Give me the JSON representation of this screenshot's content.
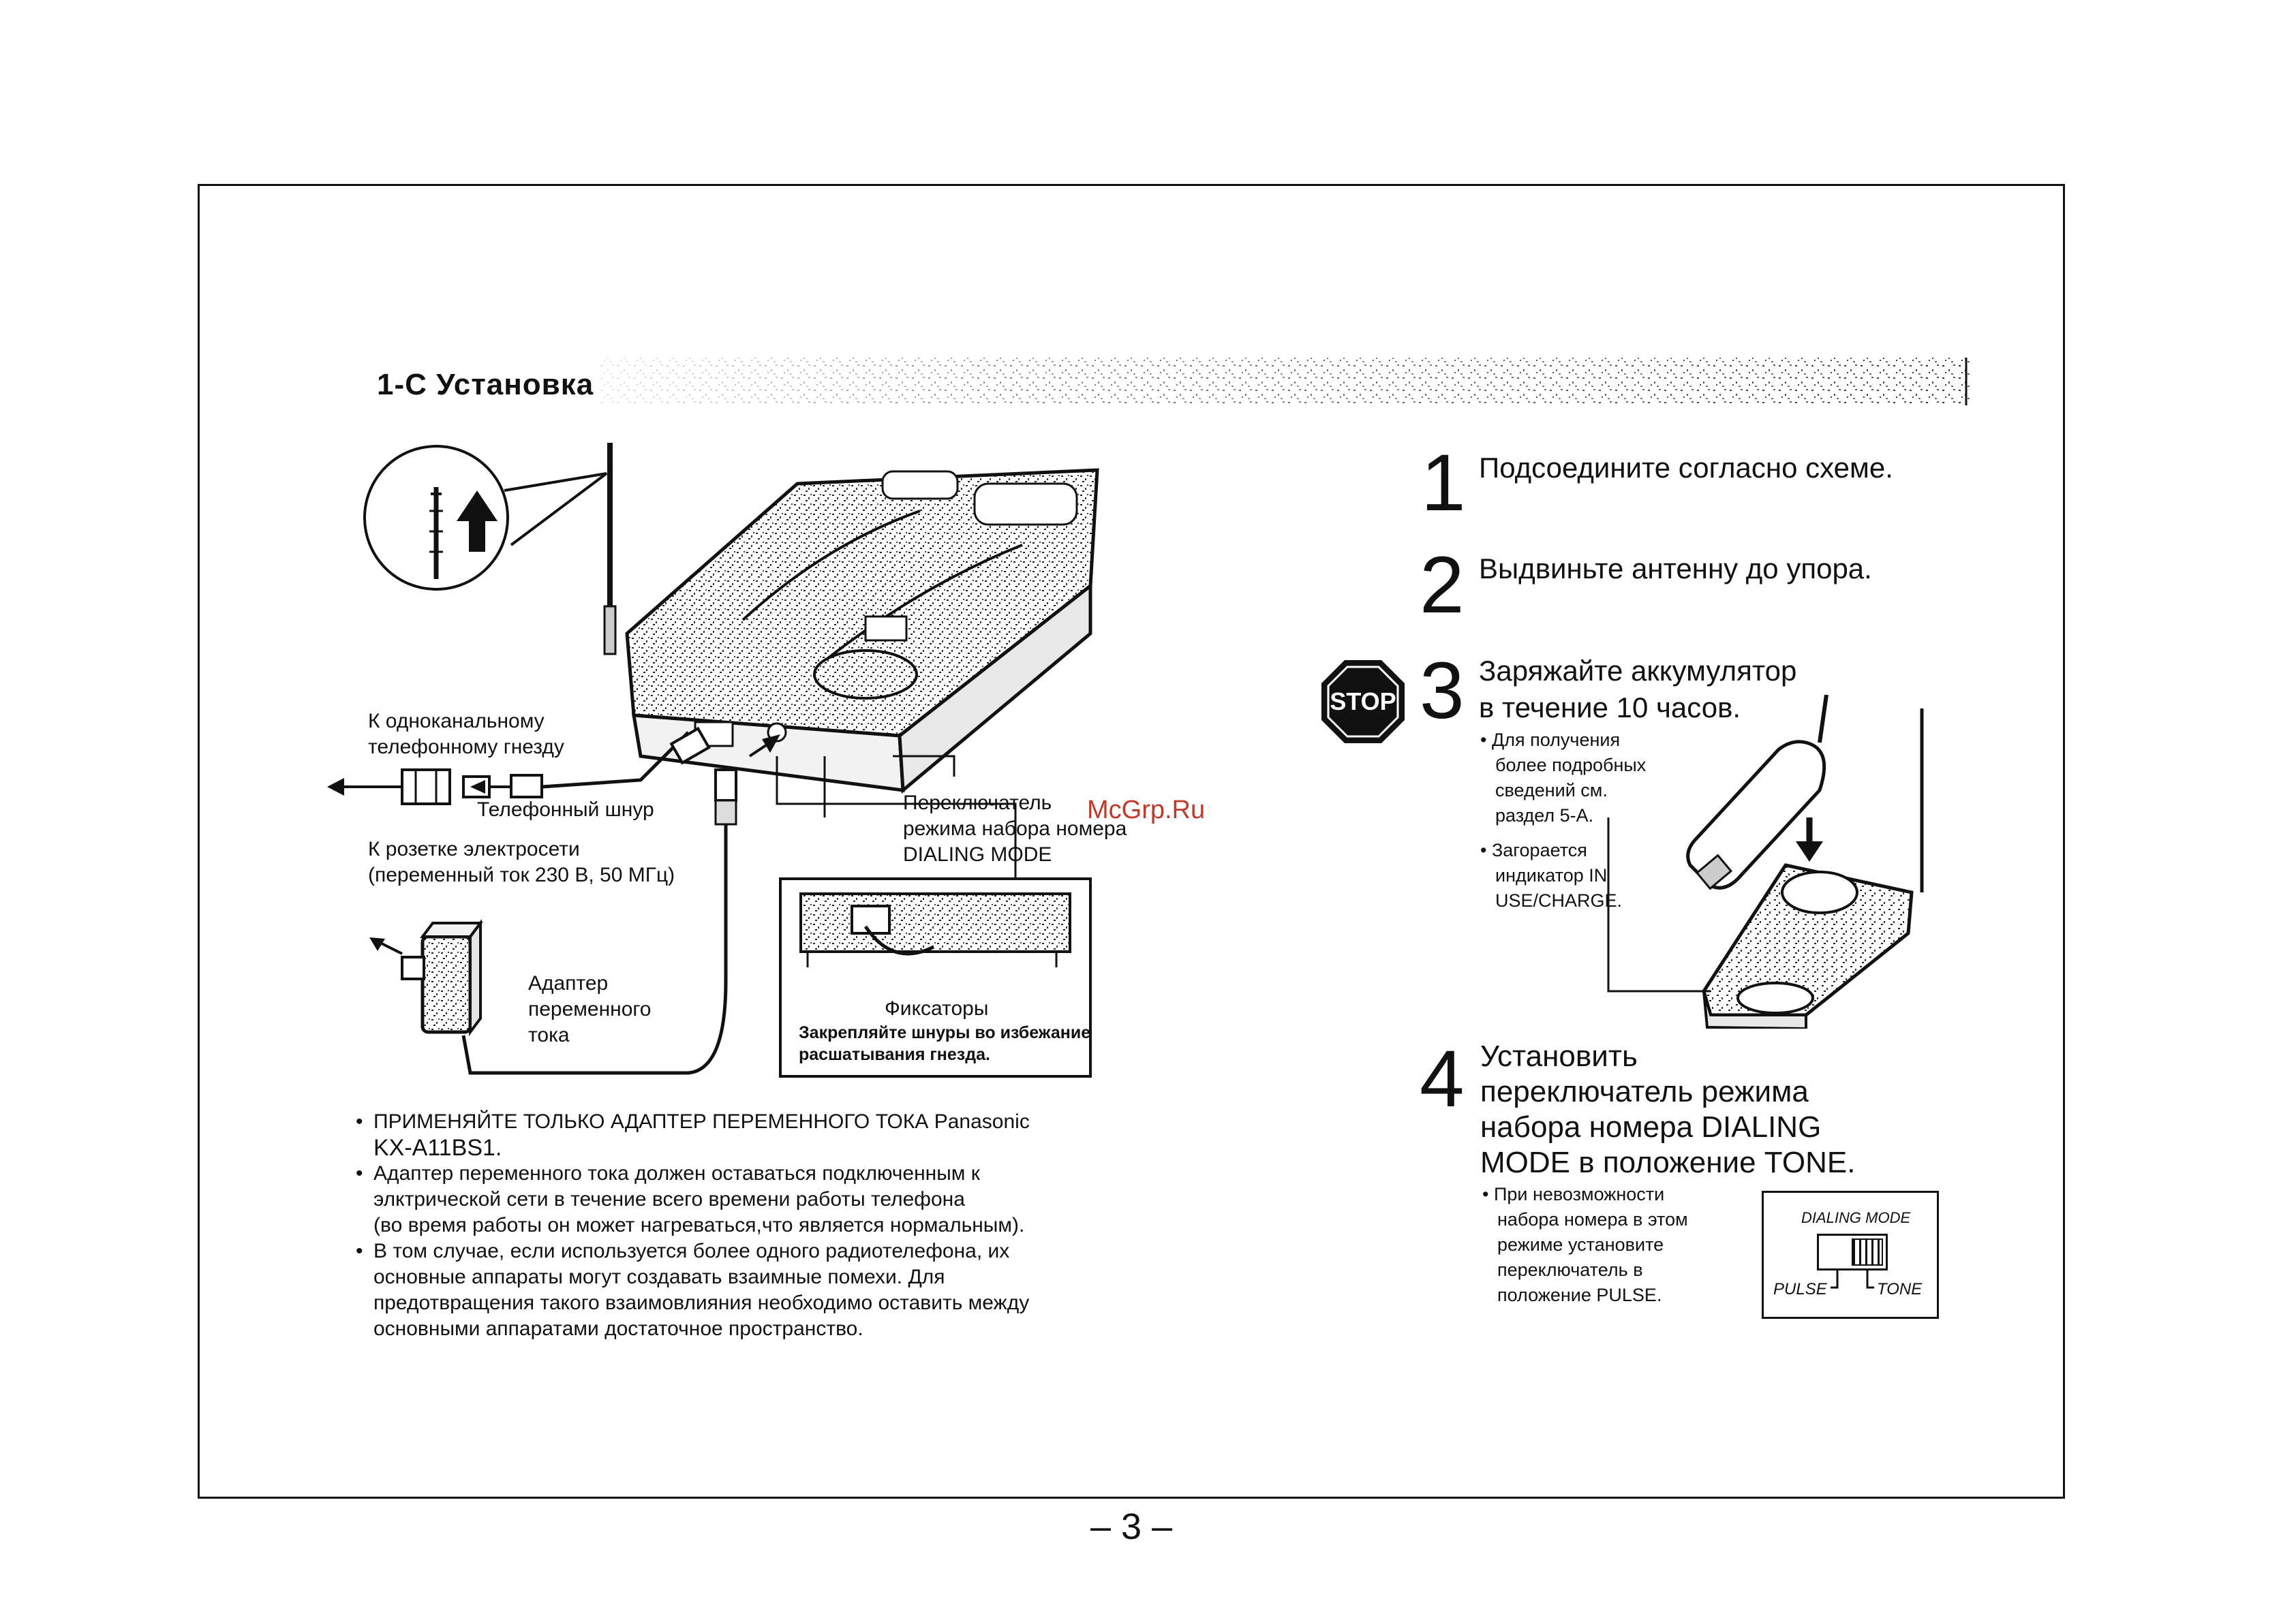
{
  "section": {
    "title": "1-С  Установка"
  },
  "steps": [
    {
      "num": "1",
      "lines": [
        "Подсоедините согласно схеме."
      ]
    },
    {
      "num": "2",
      "lines": [
        "Выдвиньте антенну до упора."
      ]
    },
    {
      "num": "3",
      "lines": [
        "Заряжайте аккумулятор",
        "в течение 10 часов."
      ],
      "bullets": [
        [
          "• Для получения",
          "  более подробных",
          "  сведений см.",
          "  раздел 5-А."
        ],
        [
          "• Загорается",
          "  индикатор IN",
          "  USE/CHARGE."
        ]
      ]
    },
    {
      "num": "4",
      "lines": [
        "Установить",
        "переключатель режима",
        "набора номера DIALING",
        "MODE в положение TONE."
      ],
      "bullets": [
        [
          "• При невозможности",
          "  набора номера в этом",
          "  режиме установите",
          "  переключатель в",
          "  положение PULSE."
        ]
      ]
    }
  ],
  "stop_badge": "STOP",
  "diagram_labels": {
    "phone_jack": [
      "К одноканальному",
      "телефонному гнезду"
    ],
    "phone_cord": "Телефонный шнур",
    "power_outlet": [
      "К розетке электросети",
      "(переменный ток 230 В, 50 МГц)"
    ],
    "adapter": [
      "Адаптер",
      "переменного",
      "тока"
    ],
    "dialing_switch": [
      "Переключатель",
      "режима набора номера",
      "DIALING MODE"
    ],
    "hooks_title": "Фиксаторы",
    "hooks_desc": [
      "Закрепляйте шнуры во избежание",
      "расшатывания гнезда."
    ]
  },
  "dialing_box": {
    "title": "DIALING MODE",
    "pulse": "PULSE",
    "tone": "TONE"
  },
  "notes": [
    [
      "ПРИМЕНЯЙТЕ ТОЛЬКО АДАПТЕР ПЕРЕМЕННОГО ТОКА Panasonic",
      "KX-A11BS1."
    ],
    [
      "Адаптер переменного тока должен оставаться подключенным к",
      "элктрической сети в течение всего времени работы телефона",
      "(во время работы он может нагреваться,что является нормальным)."
    ],
    [
      "В том случае, если используется более одного радиотелефона, их",
      "основные аппараты могут создавать взаимные помехи. Для",
      "предотвращения такого взаимовлияния необходимо оставить между",
      "основными аппаратами достаточное пространство."
    ]
  ],
  "watermark": "McGrp.Ru",
  "page_number": "– 3 –"
}
